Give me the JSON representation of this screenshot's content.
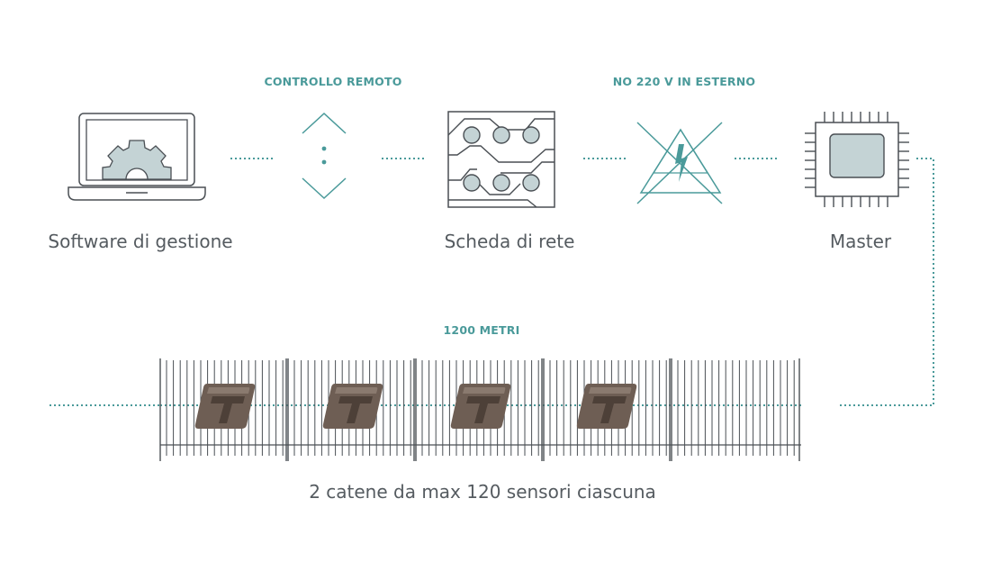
{
  "labels": {
    "controllo_remoto": "CONTROLLO REMOTO",
    "no_220v": "NO 220 V IN ESTERNO",
    "metri": "1200 METRI"
  },
  "nodes": {
    "software": "Software di gestione",
    "scheda": "Scheda di rete",
    "master": "Master"
  },
  "caption": "2 catene da max 120 sensori ciascuna",
  "sensor_logo_letter": "T",
  "colors": {
    "teal": "#4a9a9a",
    "icon_fill": "#c4d3d5",
    "outline": "#4a4f54",
    "sensor": "#6e5e54",
    "text": "#555b60"
  },
  "icons": [
    "laptop-gear-icon",
    "remote-control-arrows-icon",
    "network-card-icon",
    "no-high-voltage-icon",
    "chip-icon",
    "fence-sensor-icon"
  ]
}
